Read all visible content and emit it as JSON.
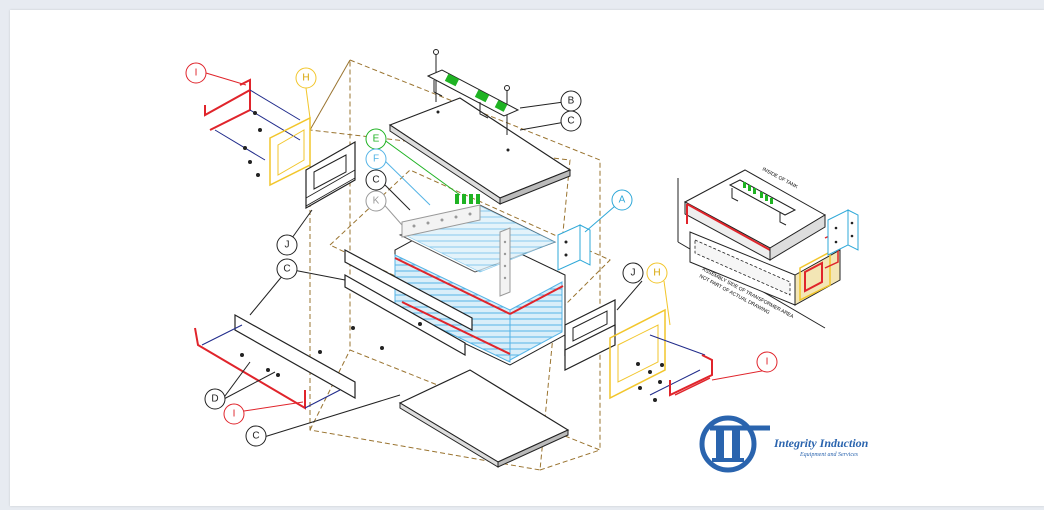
{
  "callouts": {
    "A": "A",
    "B": "B",
    "C": "C",
    "D": "D",
    "E": "E",
    "F": "F",
    "H": "H",
    "I": "I",
    "J": "J",
    "K": "K"
  },
  "inset": {
    "top_label": "INSIDE OF TANK",
    "note_line1": "ASSEMBLY SIDE OF TRANSFORMER AREA",
    "note_line2": "NOT PART OF ACTUAL DRAWING"
  },
  "logo": {
    "name": "Integrity Induction",
    "tagline": "Equipment and Services"
  },
  "colors": {
    "red": "#e0242b",
    "yellow": "#f2c62c",
    "green": "#1fb323",
    "light_blue": "#55b4e6",
    "cyan": "#2fa8d8",
    "brown": "#9a7430",
    "navy": "#1f2a8a",
    "logo_blue": "#2a64ae"
  }
}
